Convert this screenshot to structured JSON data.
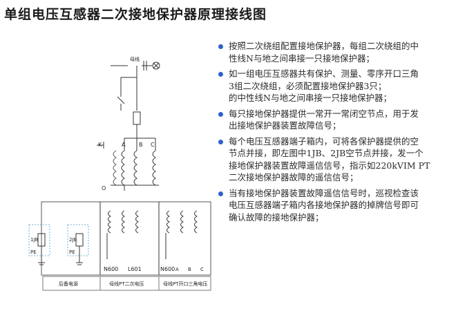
{
  "title": "单组电压互感器二次接地保护器原理接线图",
  "accent_color": "#2e62c9",
  "diagram": {
    "labels": {
      "top_bus": "母线",
      "k": "K",
      "phase_a": "A",
      "phase_b": "B",
      "phase_c": "C",
      "zero": "O",
      "jb1": "1JB",
      "jb2": "2JB",
      "pe1": "PE",
      "pe2": "PE",
      "n600": "N600",
      "l601": "L601",
      "n600b": "N600",
      "a_out": "A",
      "b_out": "B",
      "c_out": "C"
    },
    "footer": [
      "后备电源",
      "母线PT二次电压",
      "母线PT开口三角电压"
    ]
  },
  "bullets": [
    {
      "lines": [
        "按照二次绕组配置接地保护器，每组二次绕组的中",
        "性线N与地之间串接一只接地保护器；"
      ]
    },
    {
      "lines": [
        "如一组电压互感器共有保护、测量、零序开口三角",
        "3组二次绕组，必须配置接地保护器3只；",
        "的中性线N与地之间串接一只接地保护器；"
      ]
    },
    {
      "lines": [
        "每只接地保护器提供一常开一常闭空节点，用于发",
        "出接地保护器装置故障信号；"
      ]
    },
    {
      "lines": [
        "每个电压互感器端子箱内，可将各保护器提供的空",
        "节点并接，即左图中1JB、2JB空节点并接，发一个",
        "接地保护器装置故障遥信信号，指示如220kVIM PT",
        "二次接地保护器故障的遥信信号；"
      ]
    },
    {
      "lines": [
        "当有接地保护器装置故障遥信信号时，巡视检查该",
        "电压互感器端子箱内各接地保护器的掉牌信号即可",
        "确认故障的接地保护器；"
      ]
    }
  ]
}
